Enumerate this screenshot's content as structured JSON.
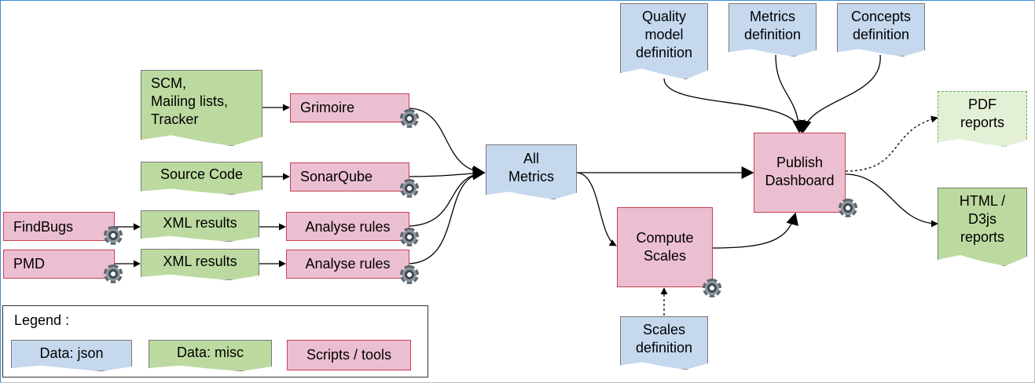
{
  "nodes": {
    "quality_model": "Quality\nmodel\ndefinition",
    "metrics_def": "Metrics\ndefinition",
    "concepts_def": "Concepts\ndefinition",
    "scm": "SCM,\nMailing lists,\nTracker",
    "grimoire": "Grimoire",
    "source_code": "Source Code",
    "sonarqube": "SonarQube",
    "findbugs": "FindBugs",
    "pmd": "PMD",
    "xml_results_1": "XML results",
    "xml_results_2": "XML results",
    "analyse_rules_1": "Analyse rules",
    "analyse_rules_2": "Analyse rules",
    "all_metrics": "All\nMetrics",
    "compute_scales": "Compute\nScales",
    "scales_def": "Scales\ndefinition",
    "publish_dashboard": "Publish\nDashboard",
    "pdf_reports": "PDF\nreports",
    "html_reports": "HTML /\nD3js\nreports"
  },
  "legend": {
    "title": "Legend :",
    "json": "Data: json",
    "misc": "Data: misc",
    "tools": "Scripts / tools"
  },
  "colors": {
    "json_fill": "#c5d8ee",
    "misc_fill": "#bcdaa0",
    "tool_fill": "#ebbfd1",
    "tool_border": "#c8404f"
  }
}
